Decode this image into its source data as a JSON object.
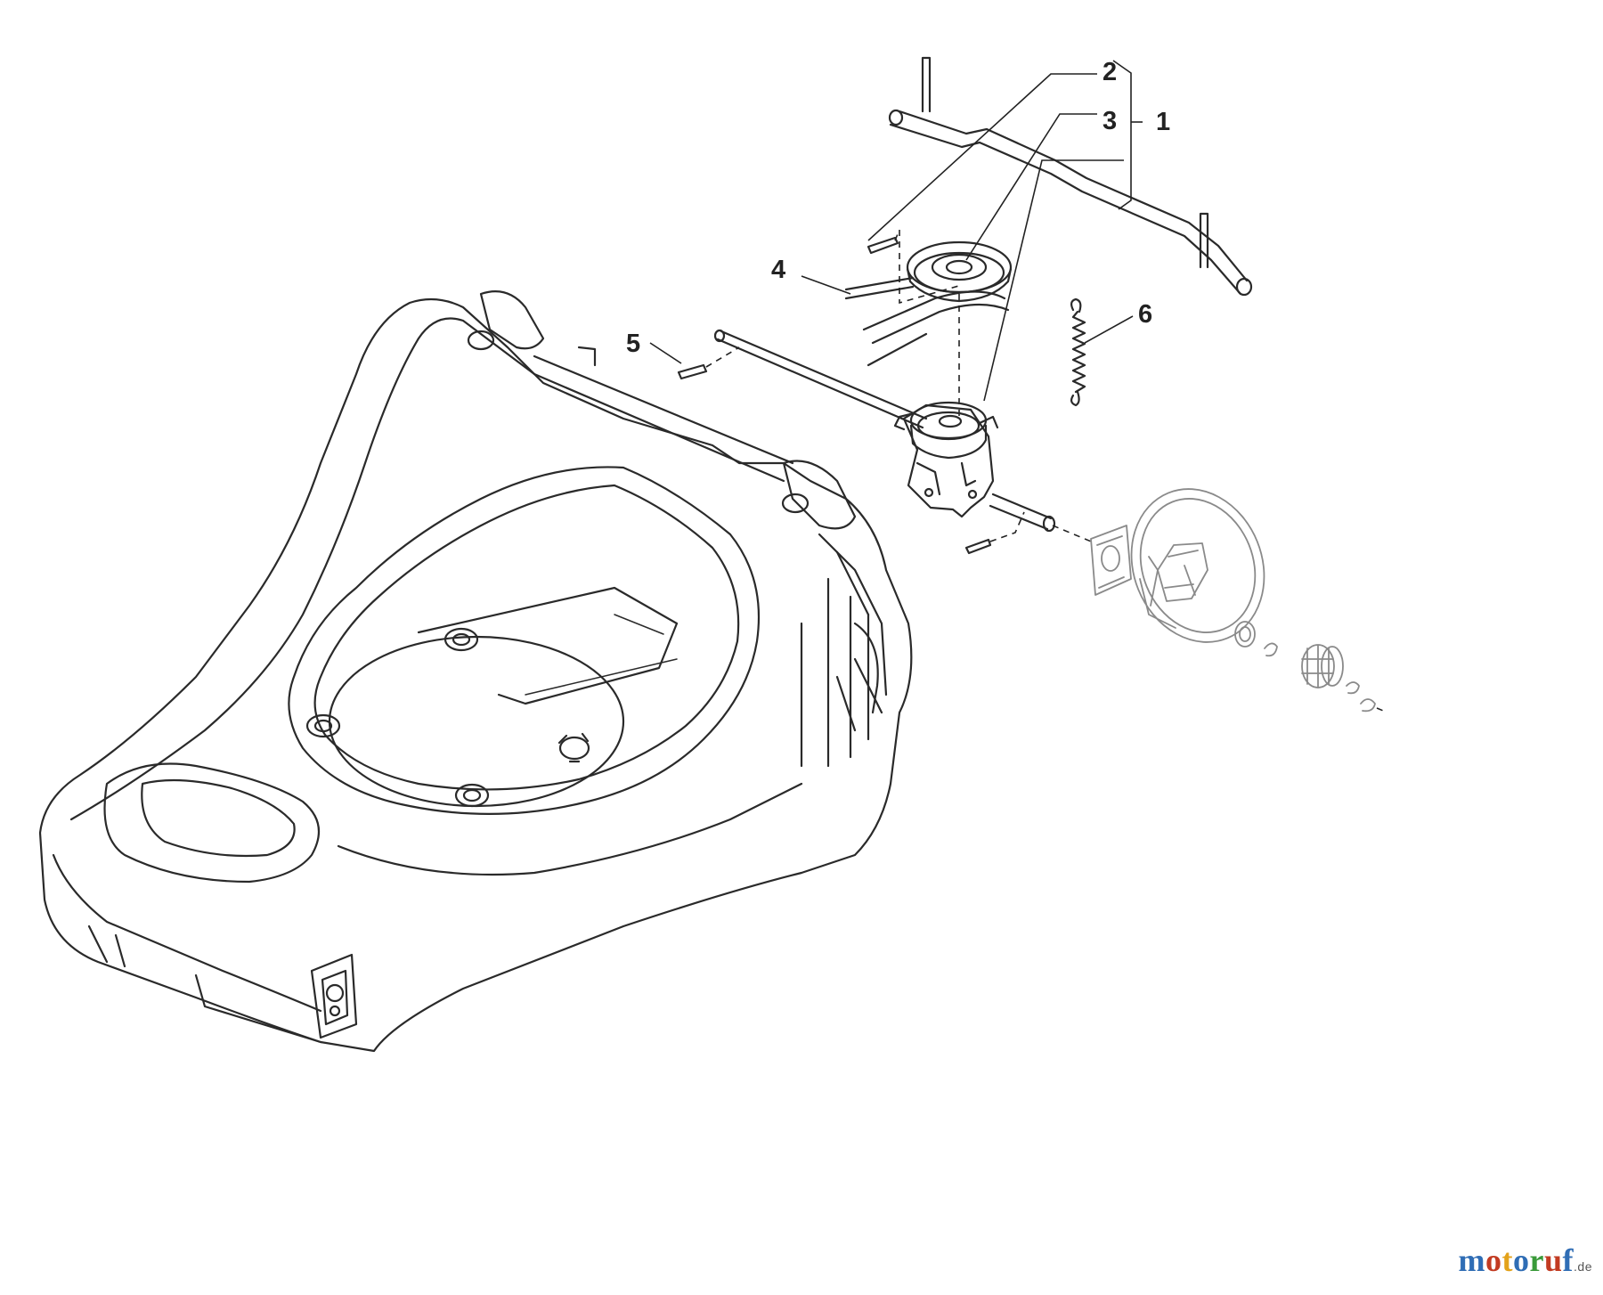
{
  "callouts": [
    {
      "id": "1",
      "label": "1"
    },
    {
      "id": "2",
      "label": "2"
    },
    {
      "id": "3",
      "label": "3"
    },
    {
      "id": "4",
      "label": "4"
    },
    {
      "id": "5",
      "label": "5"
    },
    {
      "id": "6",
      "label": "6"
    }
  ],
  "watermark": {
    "letters": [
      "m",
      "o",
      "t",
      "o",
      "r",
      "u",
      "f"
    ],
    "letter_colors": [
      "#2f6db5",
      "#c23b22",
      "#e3a21a",
      "#2f6db5",
      "#3a9a3a",
      "#c23b22",
      "#2f6db5"
    ],
    "tld": ".de"
  }
}
